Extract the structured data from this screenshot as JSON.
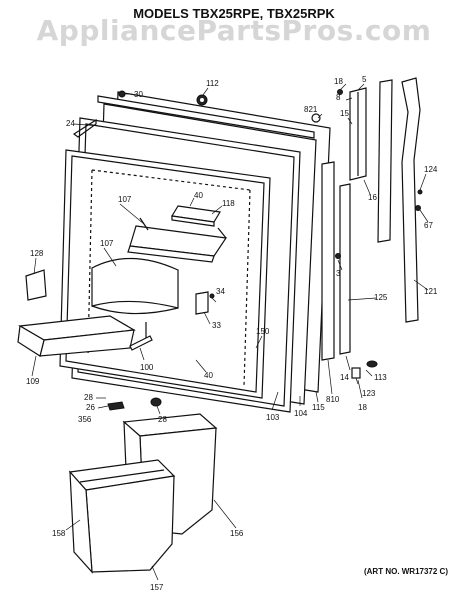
{
  "watermark": "AppliancePartsPros.com",
  "title": "MODELS TBX25RPE, TBX25RPK",
  "art_no": "(ART NO. WR17372 C)",
  "callouts": {
    "c30": "30",
    "c112": "112",
    "c18a": "18",
    "c5": "5",
    "c8": "8",
    "c821": "821",
    "c15": "15",
    "c24": "24",
    "c40a": "40",
    "c107a": "107",
    "c118": "118",
    "c128": "128",
    "c107b": "107",
    "c124": "124",
    "c16": "16",
    "c67": "67",
    "c3": "3",
    "c34": "34",
    "c33": "33",
    "c125": "125",
    "c121": "121",
    "c150": "150",
    "c109": "109",
    "c100": "100",
    "c40b": "40",
    "c14": "14",
    "c113": "113",
    "c810": "810",
    "c123": "123",
    "c28a": "28",
    "c18b": "18",
    "c26": "26",
    "c356": "356",
    "c28b": "28",
    "c103": "103",
    "c104": "104",
    "c115": "115",
    "c158": "158",
    "c156": "156",
    "c157": "157"
  }
}
